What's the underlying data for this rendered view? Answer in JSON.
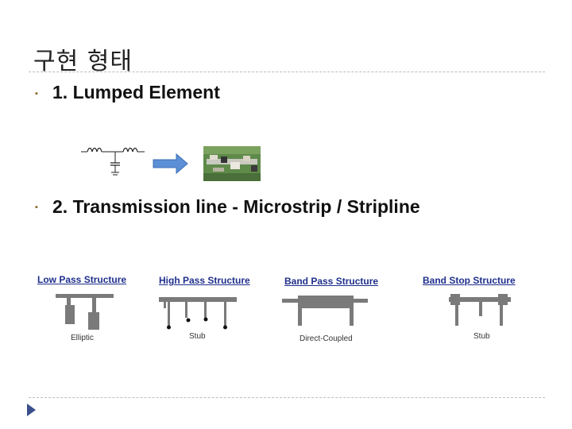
{
  "title": "구현 형태",
  "items": [
    {
      "bullet": "▪",
      "text": "1. Lumped Element"
    },
    {
      "bullet": "▪",
      "text": "2. Transmission line - Microstrip / Stripline"
    }
  ],
  "structures": [
    {
      "caption": "Low Pass Structure",
      "sub": "Elliptic"
    },
    {
      "caption": "High Pass Structure",
      "sub": "Stub"
    },
    {
      "caption": "Band Pass Structure",
      "sub": "Direct-Coupled"
    },
    {
      "caption": "Band Stop Structure",
      "sub": "Stub"
    }
  ],
  "colors": {
    "arrow": "#5b8fd6",
    "structure": "#7a7a7a",
    "caption": "#1f2f8c",
    "nav": "#3b4f8f"
  },
  "icons": {
    "bullet": "square-bullet-icon",
    "nav": "play-arrow-icon"
  }
}
